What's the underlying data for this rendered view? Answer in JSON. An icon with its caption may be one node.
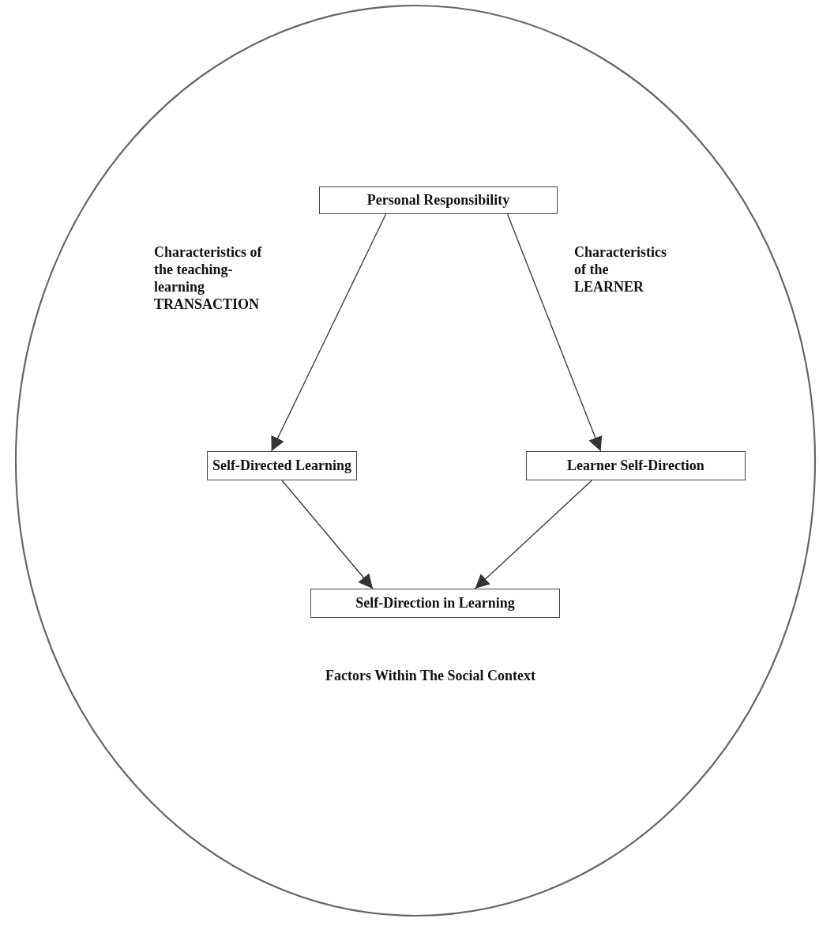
{
  "diagram": {
    "nodes": [
      {
        "text": [
          "Factors Within The Social Context"
        ]
      },
      {
        "text": [
          "Personal Responsibility"
        ],
        "in": 0
      },
      {
        "text": [
          "Self-Directed Learning"
        ],
        "in": 0
      },
      {
        "text": [
          "Learner Self-Direction"
        ],
        "in": 0
      },
      {
        "text": [
          "Self-Direction in Learning"
        ],
        "in": 0
      }
    ],
    "edges": [
      {
        "from": 1,
        "to": 2,
        "arrow": "to",
        "label": "Characteristics of the teaching-learning TRANSACTION"
      },
      {
        "from": 1,
        "to": 3,
        "arrow": "to",
        "label": "Characteristics of the LEARNER"
      },
      {
        "from": 2,
        "to": 4,
        "arrow": "to"
      },
      {
        "from": 3,
        "to": 4,
        "arrow": "to"
      }
    ]
  }
}
